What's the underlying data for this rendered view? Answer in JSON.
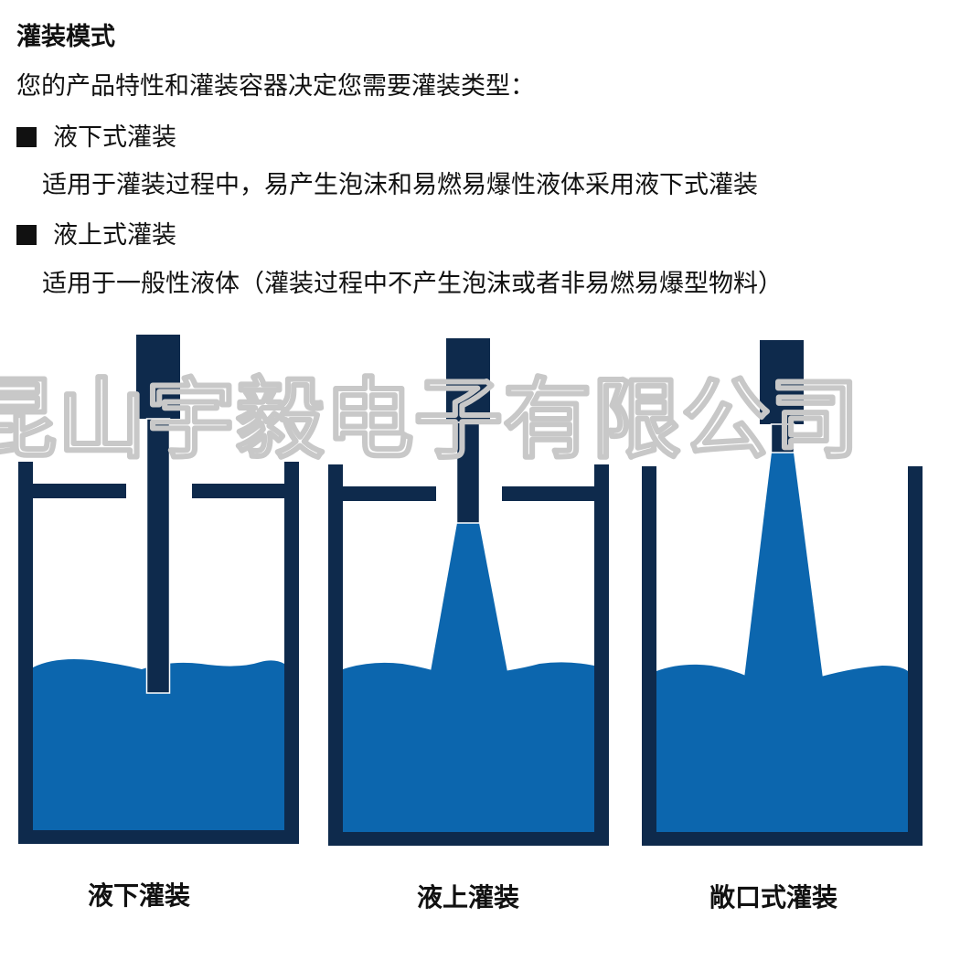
{
  "header": {
    "title": "灌装模式",
    "intro": "您的产品特性和灌装容器决定您需要灌装类型："
  },
  "modes": [
    {
      "label": "液下式灌装",
      "description": "适用于灌装过程中，易产生泡沫和易燃易爆性液体采用液下式灌装"
    },
    {
      "label": "液上式灌装",
      "description": "适用于一般性液体（灌装过程中不产生泡沫或者非易燃易爆型物料）"
    }
  ],
  "watermark": "昆山宇毅电子有限公司",
  "diagram": {
    "colors": {
      "tank": "#0e2a4c",
      "liquid": "#0c66ae",
      "background": "#ffffff"
    },
    "captions": [
      "液下灌装",
      "液上灌装",
      "敞口式灌装"
    ]
  }
}
